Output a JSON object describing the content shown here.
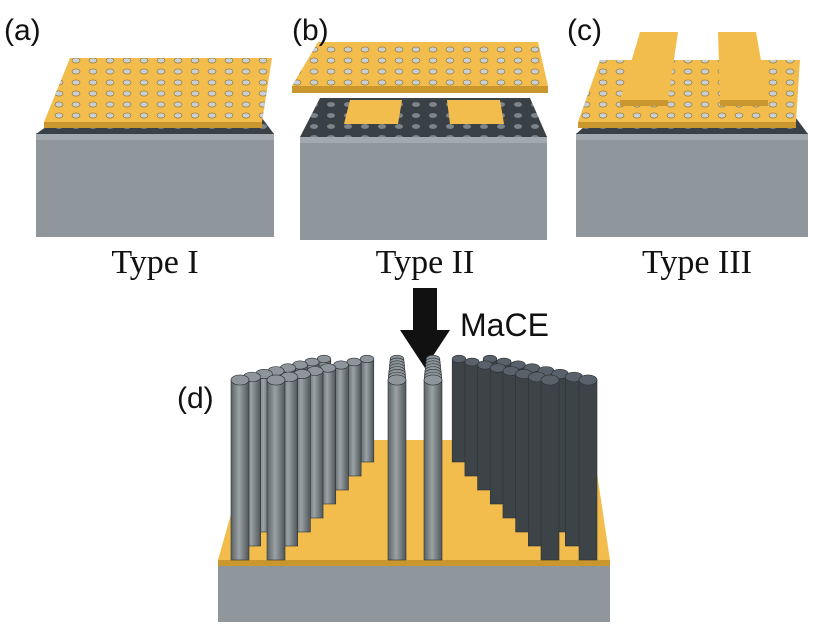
{
  "panels": [
    {
      "letter": "(a)",
      "caption": "Type I"
    },
    {
      "letter": "(b)",
      "caption": "Type II"
    },
    {
      "letter": "(c)",
      "caption": "Type III"
    }
  ],
  "result": {
    "letter": "(d)"
  },
  "process": {
    "arrow_label": "MaCE"
  },
  "colors": {
    "gold_top": "#f2bd4c",
    "gold_side": "#c9972e",
    "gray_top": "#a3aaaf",
    "gray_front": "#8f979d",
    "gray_side": "#70777c",
    "dark_layer": "#3a4146",
    "hole": "#c8cdd0",
    "pillar": "#7d858a"
  }
}
